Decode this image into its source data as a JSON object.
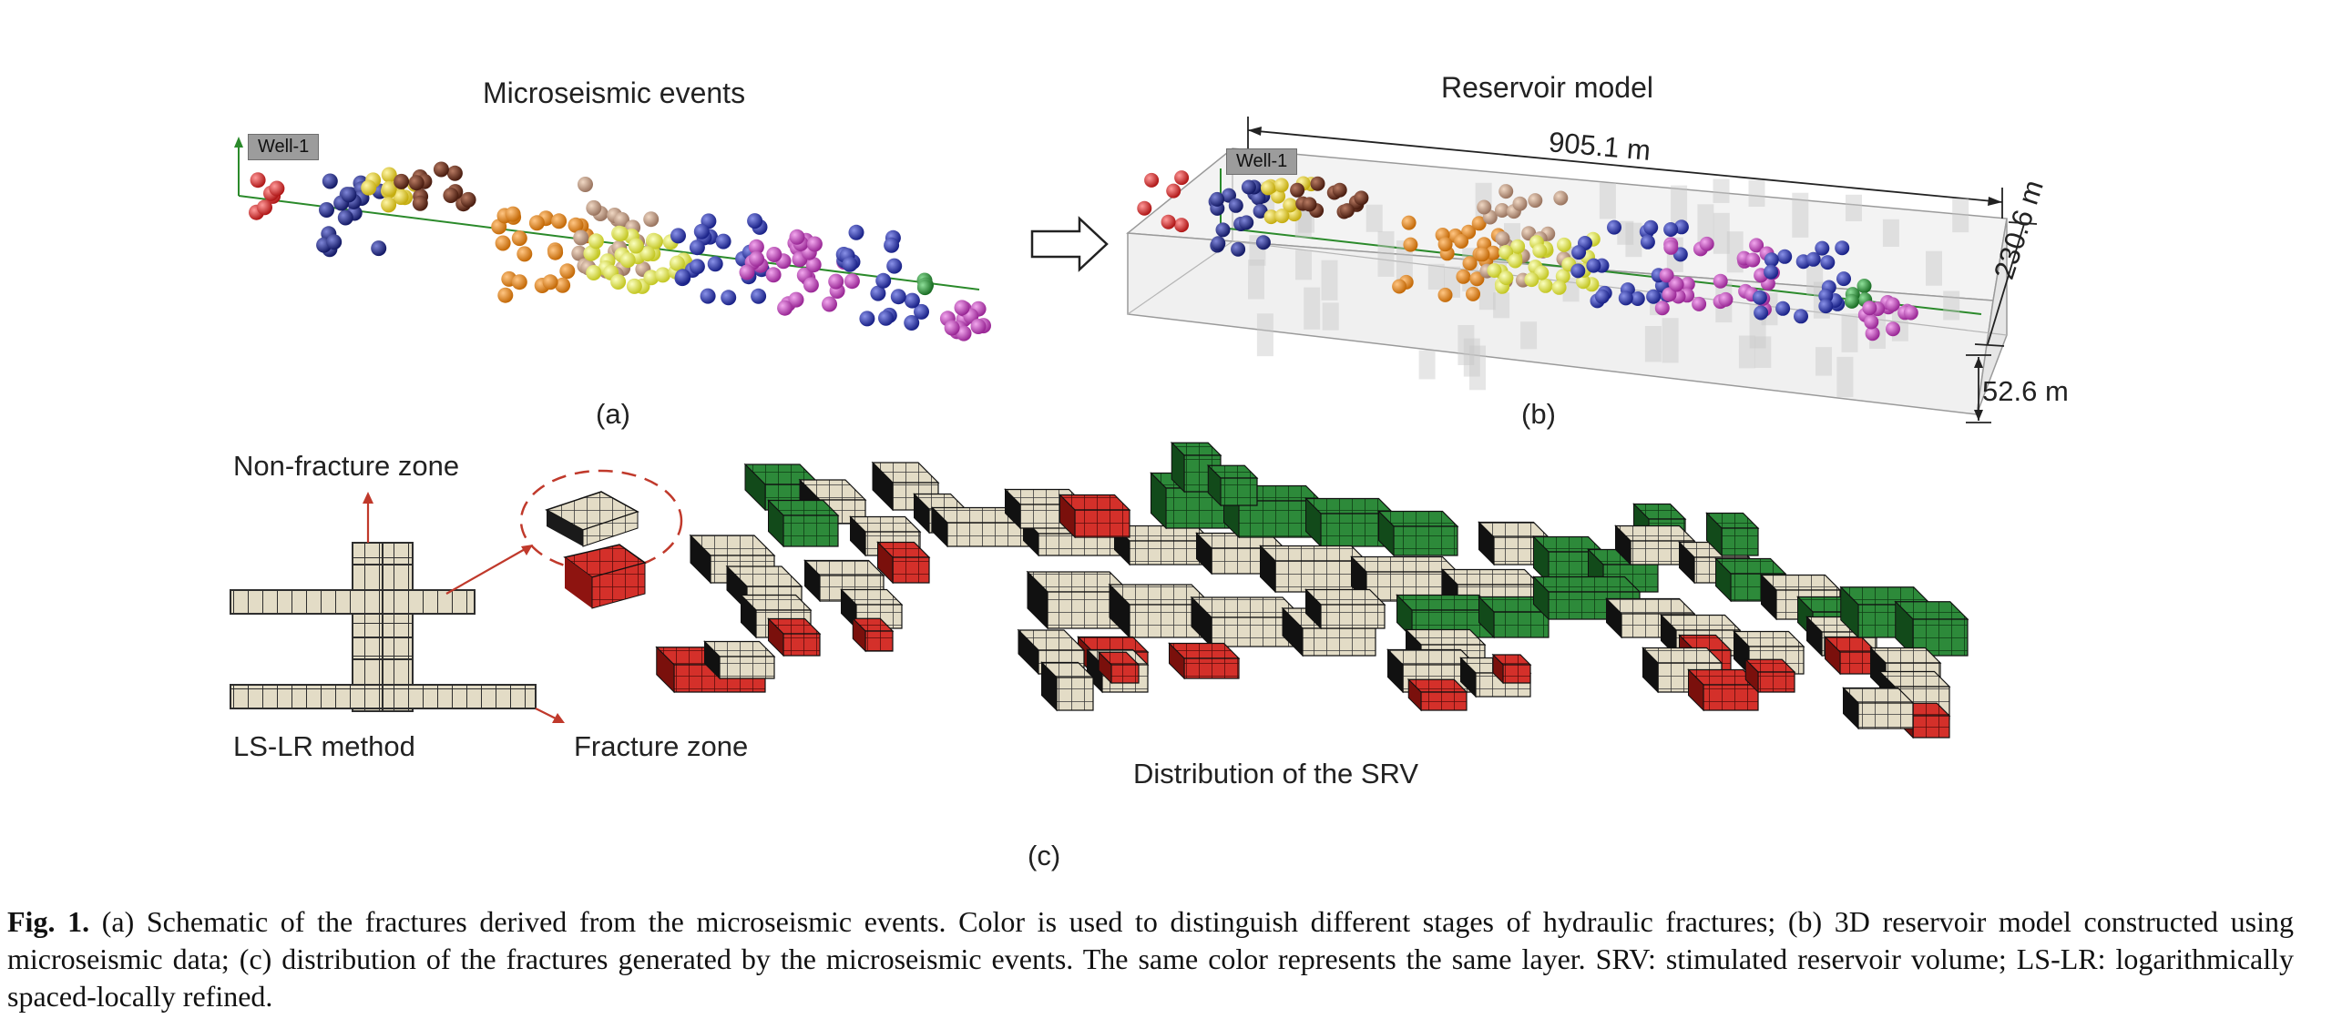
{
  "panel_a": {
    "title": "Microseismic events",
    "well_label": "Well-1",
    "sub_label": "(a)"
  },
  "arrow_icon": "hollow-right-arrow-icon",
  "panel_b": {
    "title": "Reservoir model",
    "well_label": "Well-1",
    "length_label": "905.1 m",
    "width_label": "230.6 m",
    "height_label": "52.6 m",
    "sub_label": "(b)"
  },
  "panel_c": {
    "non_fracture_label": "Non-fracture zone",
    "method_label": "LS-LR method",
    "fracture_label": "Fracture zone",
    "srv_label": "Distribution of the SRV",
    "sub_label": "(c)"
  },
  "caption": {
    "prefix": "Fig. 1.",
    "text": " (a) Schematic of the fractures derived from the microseismic events. Color is used to distinguish different stages of hydraulic fractures; (b) 3D reservoir model constructed using microseismic data; (c) distribution of the fractures generated by the microseismic events. The same color represents the same layer. SRV: stimulated reservoir volume; LS-LR: logarithmically spaced-locally refined."
  },
  "colors": {
    "stage_red": "#d62a2a",
    "stage_navy": "#25308a",
    "stage_yellow": "#e6d12c",
    "stage_brown": "#6a2f1e",
    "stage_orange": "#e88a1e",
    "stage_tan": "#c9a48a",
    "stage_lightyellow": "#eef05a",
    "stage_blue": "#2d3aa8",
    "stage_magenta": "#c94fc2",
    "stage_green": "#2f9a3a",
    "grid_beige": "#e3dcc6",
    "grid_green": "#2d8a3a",
    "grid_red": "#d4302a"
  }
}
